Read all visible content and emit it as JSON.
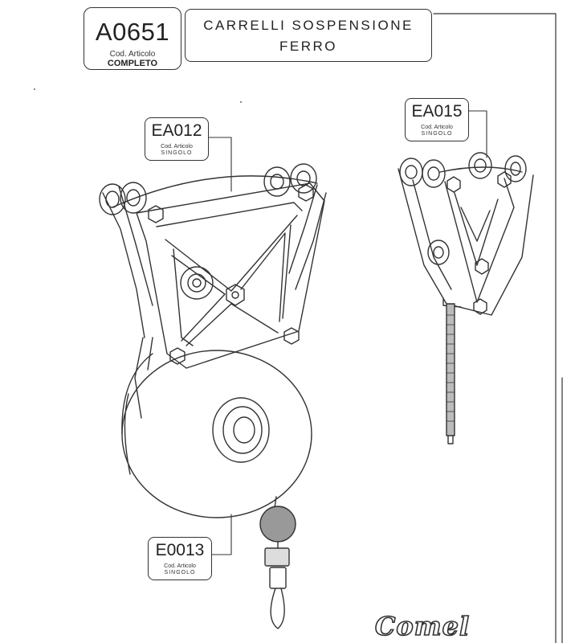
{
  "header": {
    "main_code": "A0651",
    "main_code_caption_1": "Cod. Articolo",
    "main_code_caption_2": "COMPLETO",
    "title_line_1": "CARRELLI SOSPENSIONE",
    "title_line_2": "FERRO"
  },
  "parts": [
    {
      "code": "EA012",
      "caption_1": "Cod. Articolo",
      "caption_2": "SINGOLO"
    },
    {
      "code": "EA015",
      "caption_1": "Cod. Articolo",
      "caption_2": "SINGOLO"
    },
    {
      "code": "E0013",
      "caption_1": "Cod. Articolo",
      "caption_2": "SINGOLO"
    }
  ],
  "logo": {
    "text": "Comel"
  },
  "colors": {
    "ink": "#333333",
    "paper": "#ffffff"
  }
}
